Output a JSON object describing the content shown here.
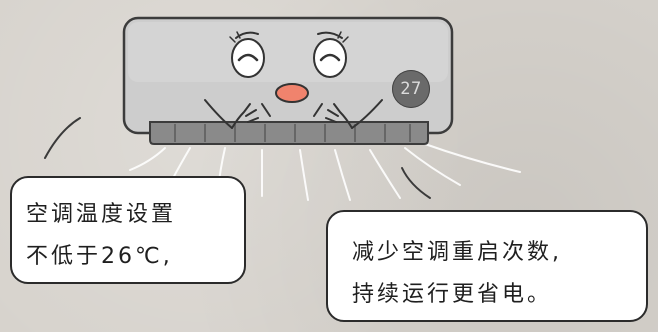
{
  "air_conditioner": {
    "display": "27"
  },
  "bubbles": {
    "left": {
      "line1": "空调温度设置",
      "line2": "不低于26℃,"
    },
    "right": {
      "line1": "减少空调重启次数,",
      "line2": "持续运行更省电。"
    }
  }
}
